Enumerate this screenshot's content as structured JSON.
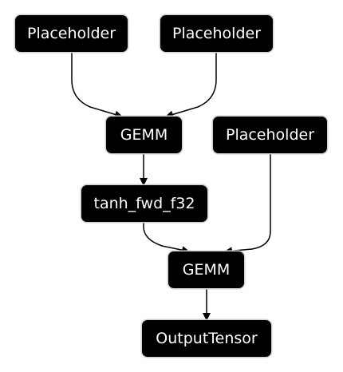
{
  "nodes": {
    "placeholder_a": "Placeholder",
    "placeholder_b": "Placeholder",
    "gemm_1": "GEMM",
    "placeholder_c": "Placeholder",
    "tanh": "tanh_fwd_f32",
    "gemm_2": "GEMM",
    "output": "OutputTensor"
  },
  "edges": [
    {
      "from": "placeholder_a",
      "to": "gemm_1"
    },
    {
      "from": "placeholder_b",
      "to": "gemm_1"
    },
    {
      "from": "gemm_1",
      "to": "tanh"
    },
    {
      "from": "tanh",
      "to": "gemm_2"
    },
    {
      "from": "placeholder_c",
      "to": "gemm_2"
    },
    {
      "from": "gemm_2",
      "to": "output"
    }
  ],
  "colors": {
    "node_fill": "#000000",
    "node_text": "#ffffff",
    "node_border": "#cfcfcf",
    "edge": "#000000",
    "background": "#ffffff"
  }
}
